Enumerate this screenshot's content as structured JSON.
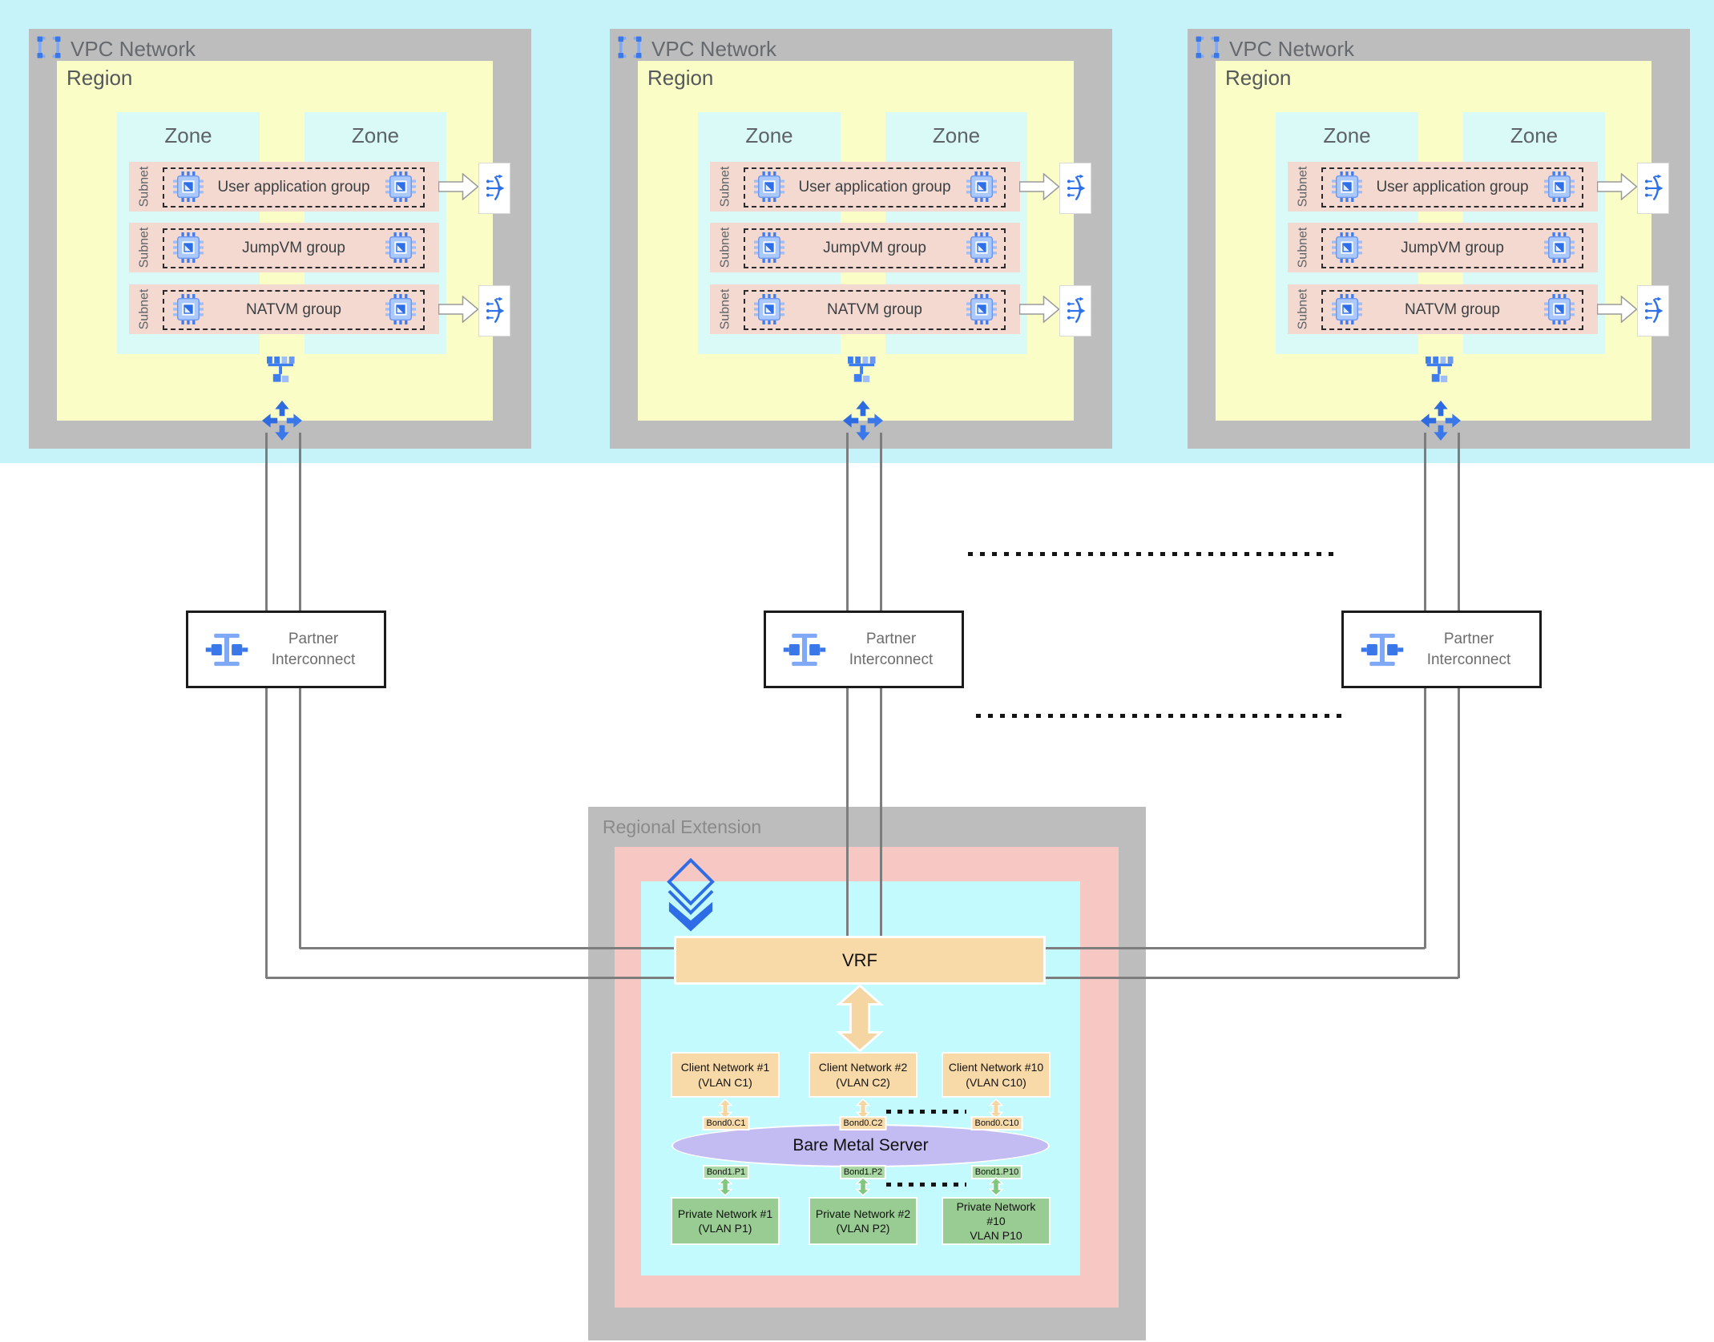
{
  "colors": {
    "top_band": "#c6f3fa",
    "vpc_frame_gray": "#bdbdbd",
    "region_yellow": "#fbfdc6",
    "zone_cyan": "#d9faf6",
    "subnet_pink": "#f3d9d0",
    "accent_blue": "#3a78ea",
    "accent_blue_light": "#7fa9f6",
    "connector_gray": "#7d7d7d",
    "re_pink": "#f7c7c4",
    "re_cyan": "#c3fafd",
    "tan": "#f8daa9",
    "server_purple": "#c2bcf2",
    "private_green": "#99cc92",
    "bond_green": "#aad8a4",
    "pi_border": "#1b1b1b"
  },
  "icons": {
    "vpc": "bracket-frame-icon",
    "vm": "chip-icon",
    "load_balancer": "arc-fork-arrow-icon",
    "network": "subnet-tree-icon",
    "routes": "four-way-arrows-icon",
    "partner_interconnect": "i-beam-link-icon",
    "gateway": "stacked-diamonds-icon"
  },
  "vpcs": [
    {
      "title": "VPC Network",
      "region_label": "Region",
      "zones": [
        {
          "label": "Zone"
        },
        {
          "label": "Zone"
        }
      ],
      "subnets": [
        {
          "label": "Subnet",
          "group": "User application group",
          "has_lb": true
        },
        {
          "label": "Subnet",
          "group": "JumpVM group",
          "has_lb": false
        },
        {
          "label": "Subnet",
          "group": "NATVM group",
          "has_lb": true
        }
      ]
    },
    {
      "title": "VPC Network",
      "region_label": "Region",
      "zones": [
        {
          "label": "Zone"
        },
        {
          "label": "Zone"
        }
      ],
      "subnets": [
        {
          "label": "Subnet",
          "group": "User application group",
          "has_lb": true
        },
        {
          "label": "Subnet",
          "group": "JumpVM group",
          "has_lb": false
        },
        {
          "label": "Subnet",
          "group": "NATVM group",
          "has_lb": true
        }
      ]
    },
    {
      "title": "VPC Network",
      "region_label": "Region",
      "zones": [
        {
          "label": "Zone"
        },
        {
          "label": "Zone"
        }
      ],
      "subnets": [
        {
          "label": "Subnet",
          "group": "User application group",
          "has_lb": true
        },
        {
          "label": "Subnet",
          "group": "JumpVM group",
          "has_lb": false
        },
        {
          "label": "Subnet",
          "group": "NATVM group",
          "has_lb": true
        }
      ]
    }
  ],
  "partner_interconnects": [
    {
      "line1": "Partner",
      "line2": "Interconnect"
    },
    {
      "line1": "Partner",
      "line2": "Interconnect"
    },
    {
      "line1": "Partner",
      "line2": "Interconnect"
    }
  ],
  "regional_extension": {
    "title": "Regional Extension",
    "vrf_label": "VRF",
    "client_networks": [
      {
        "line1": "Client Network #1",
        "line2": "(VLAN C1)",
        "bond": "Bond0.C1"
      },
      {
        "line1": "Client Network #2",
        "line2": "(VLAN C2)",
        "bond": "Bond0.C2"
      },
      {
        "line1": "Client Network #10",
        "line2": "(VLAN C10)",
        "bond": "Bond0.C10"
      }
    ],
    "server_label": "Bare Metal Server",
    "private_networks": [
      {
        "line1": "Private Network #1",
        "line2": "(VLAN P1)",
        "line3": "",
        "bond": "Bond1.P1"
      },
      {
        "line1": "Private Network #2",
        "line2": "(VLAN P2)",
        "line3": "",
        "bond": "Bond1.P2"
      },
      {
        "line1": "Private Network",
        "line2": "#10",
        "line3": "VLAN P10",
        "bond": "Bond1.P10"
      }
    ]
  }
}
